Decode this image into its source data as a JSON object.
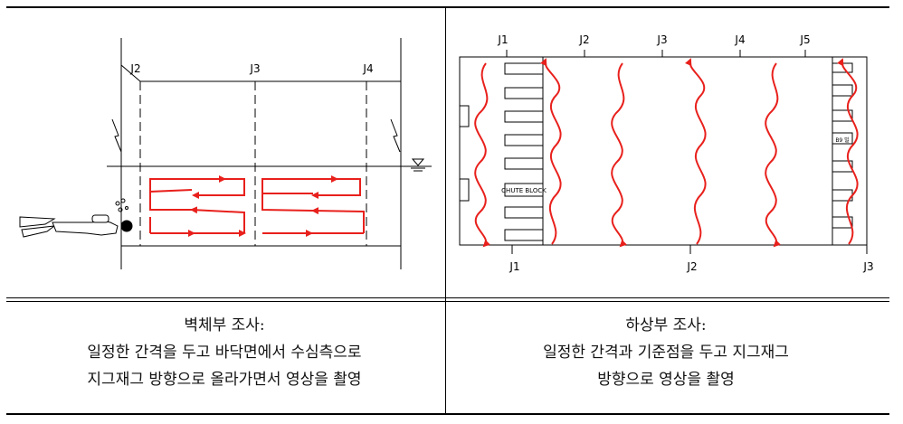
{
  "left_panel": {
    "joint_labels": [
      "J2",
      "J3",
      "J4"
    ],
    "caption": {
      "title": "벽체부 조사:",
      "line1": "일정한 간격을 두고 바닥면에서 수심측으로",
      "line2": "지그재그 방향으로 올라가면서 영상을 촬영"
    }
  },
  "right_panel": {
    "top_labels": [
      "J1",
      "J2",
      "J3",
      "J4",
      "J5"
    ],
    "bottom_labels": [
      "J1",
      "J2",
      "J3"
    ],
    "block_label": "CHUTE BLOCK",
    "small_block_label": "B9 빌",
    "caption": {
      "title": "하상부 조사:",
      "line1": "일정한 간격과 기준점을 두고 지그재그",
      "line2": "방향으로 영상을 촬영"
    }
  },
  "colors": {
    "path": "#e8201c",
    "lines": "#000000"
  }
}
